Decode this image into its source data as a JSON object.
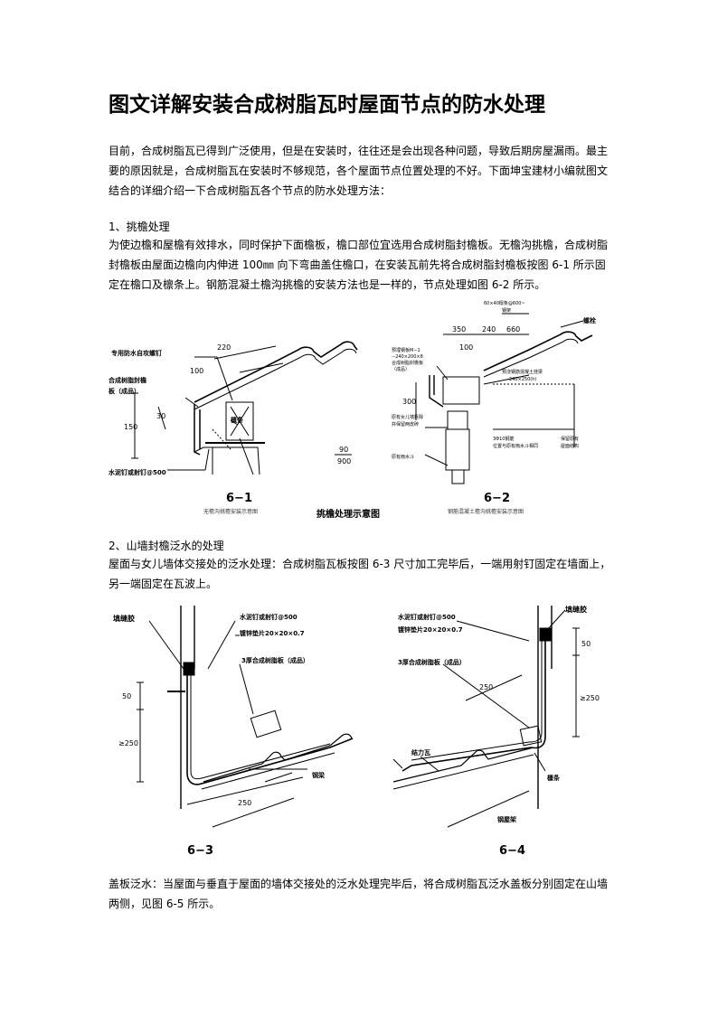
{
  "title": "图文详解安装合成树脂瓦时屋面节点的防水处理",
  "intro": "目前，合成树脂瓦已得到广泛使用，但是在安装时，往往还是会出现各种问题，导致后期房屋漏雨。最主要的原因就是，合成树脂瓦在安装时不够规范，各个屋面节点位置处理的不好。下面坤宝建材小编就图文结合的详细介绍一下合成树脂瓦各个节点的防水处理方法：",
  "section1": {
    "heading": "1、挑檐处理",
    "body": "为使边檐和屋檐有效排水，同时保护下面檐板，檐口部位宜选用合成树脂封檐板。无檐沟挑檐，合成树脂封檐板由屋面边檐向内伸进 100㎜ 向下弯曲盖住檐口，在安装瓦前先将合成树脂封檐板按图 6-1 所示固定在檐口及檩条上。钢筋混凝土檐沟挑檐的安装方法也是一样的，节点处理如图 6-2 所示。"
  },
  "figure1": {
    "fig61": {
      "label_screw": "专用防水自攻螺钉",
      "label_board_l1": "合成树脂封檐",
      "label_board_l2": "板（成品）",
      "label_purlin": "檩条",
      "label_nail": "水泥钉或射钉@500",
      "dim_220": "220",
      "dim_100": "100",
      "dim_150": "150",
      "dim_30": "30",
      "dim_90": "90",
      "dim_900": "900",
      "number": "6−1",
      "caption": "无檐沟挑檐安装示意图"
    },
    "fig62": {
      "label_top": "60×40檩条@600~",
      "label_top2": "钢架",
      "dim_350": "350",
      "dim_240": "240",
      "dim_660": "660",
      "dim_100": "100",
      "label_bolt": "螺栓",
      "label_a1": "预埋钢板M−1",
      "label_a2": "−240×200×8",
      "label_a3": "合成树脂封檐板",
      "label_a4": "（成品）",
      "label_b1": "预浇钢筋混凝土挂梁",
      "label_b2": "240×250(h)",
      "dim_300": "300",
      "label_c1": "原有女儿墙拆除",
      "label_c2": "并保留两皮砖",
      "label_d1": "3Φ10钢筋",
      "label_d2": "保留原有",
      "label_d3": "位置与原有雨水斗相同",
      "label_d4": "屋面结构",
      "label_drain": "原有雨水斗",
      "number": "6−2",
      "caption": "钢筋混凝土檐沟挑檐安装示意图"
    },
    "caption": "挑檐处理示意图"
  },
  "section2": {
    "heading": "2、山墙封檐泛水的处理",
    "body": "屋面与女儿墙体交接处的泛水处理：合成树脂瓦板按图 6-3 尺寸加工完毕后，一端用射钉固定在墙面上，另一端固定在瓦波上。"
  },
  "figure2": {
    "fig63": {
      "label_sealant": "填缝胶",
      "label_nail": "水泥钉或射钉@500",
      "label_washer": "镀锌垫片20×20×0.7",
      "label_board": "3厚合成树脂板（成品）",
      "label_beam": "钢梁",
      "dim_50": "50",
      "dim_250v": "≥250",
      "dim_250": "250",
      "number": "6−3"
    },
    "fig64": {
      "label_nail": "水泥钉或射钉@500",
      "label_washer": "镀锌垫片20×20×0.7",
      "label_sealant": "填缝胶",
      "label_board": "3厚合成树脂板（成品）",
      "label_tile": "结力瓦",
      "label_purlin": "檩条",
      "label_frame": "钢屋架",
      "dim_50": "50",
      "dim_250v": "≥250",
      "dim_250": "250",
      "number": "6−4"
    }
  },
  "section3": {
    "body": "盖板泛水：当屋面与垂直于屋面的墙体交接处的泛水处理完毕后，将合成树脂瓦泛水盖板分别固定在山墙两侧，见图 6-5 所示。"
  }
}
